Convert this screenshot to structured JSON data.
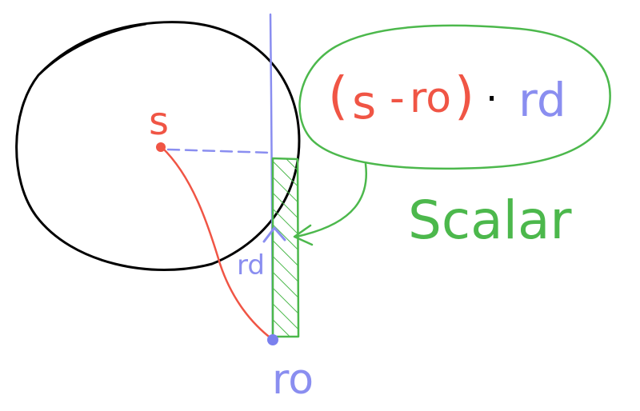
{
  "diagram": {
    "labels": {
      "sphere_center": "s",
      "ray_origin": "ro",
      "ray_direction": "rd",
      "formula_open": "(",
      "formula_s": "s",
      "formula_minus": "-",
      "formula_ro": "ro",
      "formula_close": ")",
      "formula_dot": "·",
      "formula_rd": "rd",
      "annotation": "Scalar"
    },
    "colors": {
      "sphere": "#000000",
      "vector_s_minus_ro": "#f05545",
      "ray": "#8a8ef0",
      "projection": "#4cb84c",
      "dot": "#000000"
    }
  }
}
